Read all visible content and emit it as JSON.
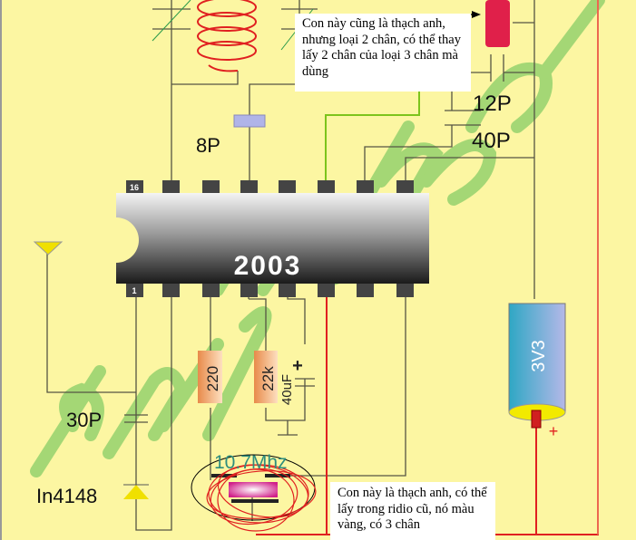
{
  "ic": {
    "label": "2003",
    "pin1_label": "1",
    "pin16_label": "16"
  },
  "components": {
    "cap_8p": "8P",
    "cap_12p": "12P",
    "cap_40p": "40P",
    "cap_30p": "30P",
    "diode": "In4148",
    "resistor_220": "220",
    "resistor_22k": "22k",
    "cap_40uf": "40uF",
    "cap_40uf_polarity": "+",
    "battery": "3V3",
    "battery_polarity": "+",
    "crystal_freq": "10.7Mhz"
  },
  "notes": {
    "top": "Con này cũng là thạch anh, nhưng loại 2 chân, có thể thay lấy 2 chân của loại 3 chân mà dùng",
    "bottom": "Con này là thạch anh, có thể lấy trong ridio cũ, nó màu vàng, có 3 chân"
  },
  "watermark": "duyphanhuu.com",
  "colors": {
    "background": "#fcf6a2",
    "wire": "#555544",
    "red_wire": "#e02020",
    "green_wire": "#7cc41c",
    "watermark": "#8fd06a"
  }
}
